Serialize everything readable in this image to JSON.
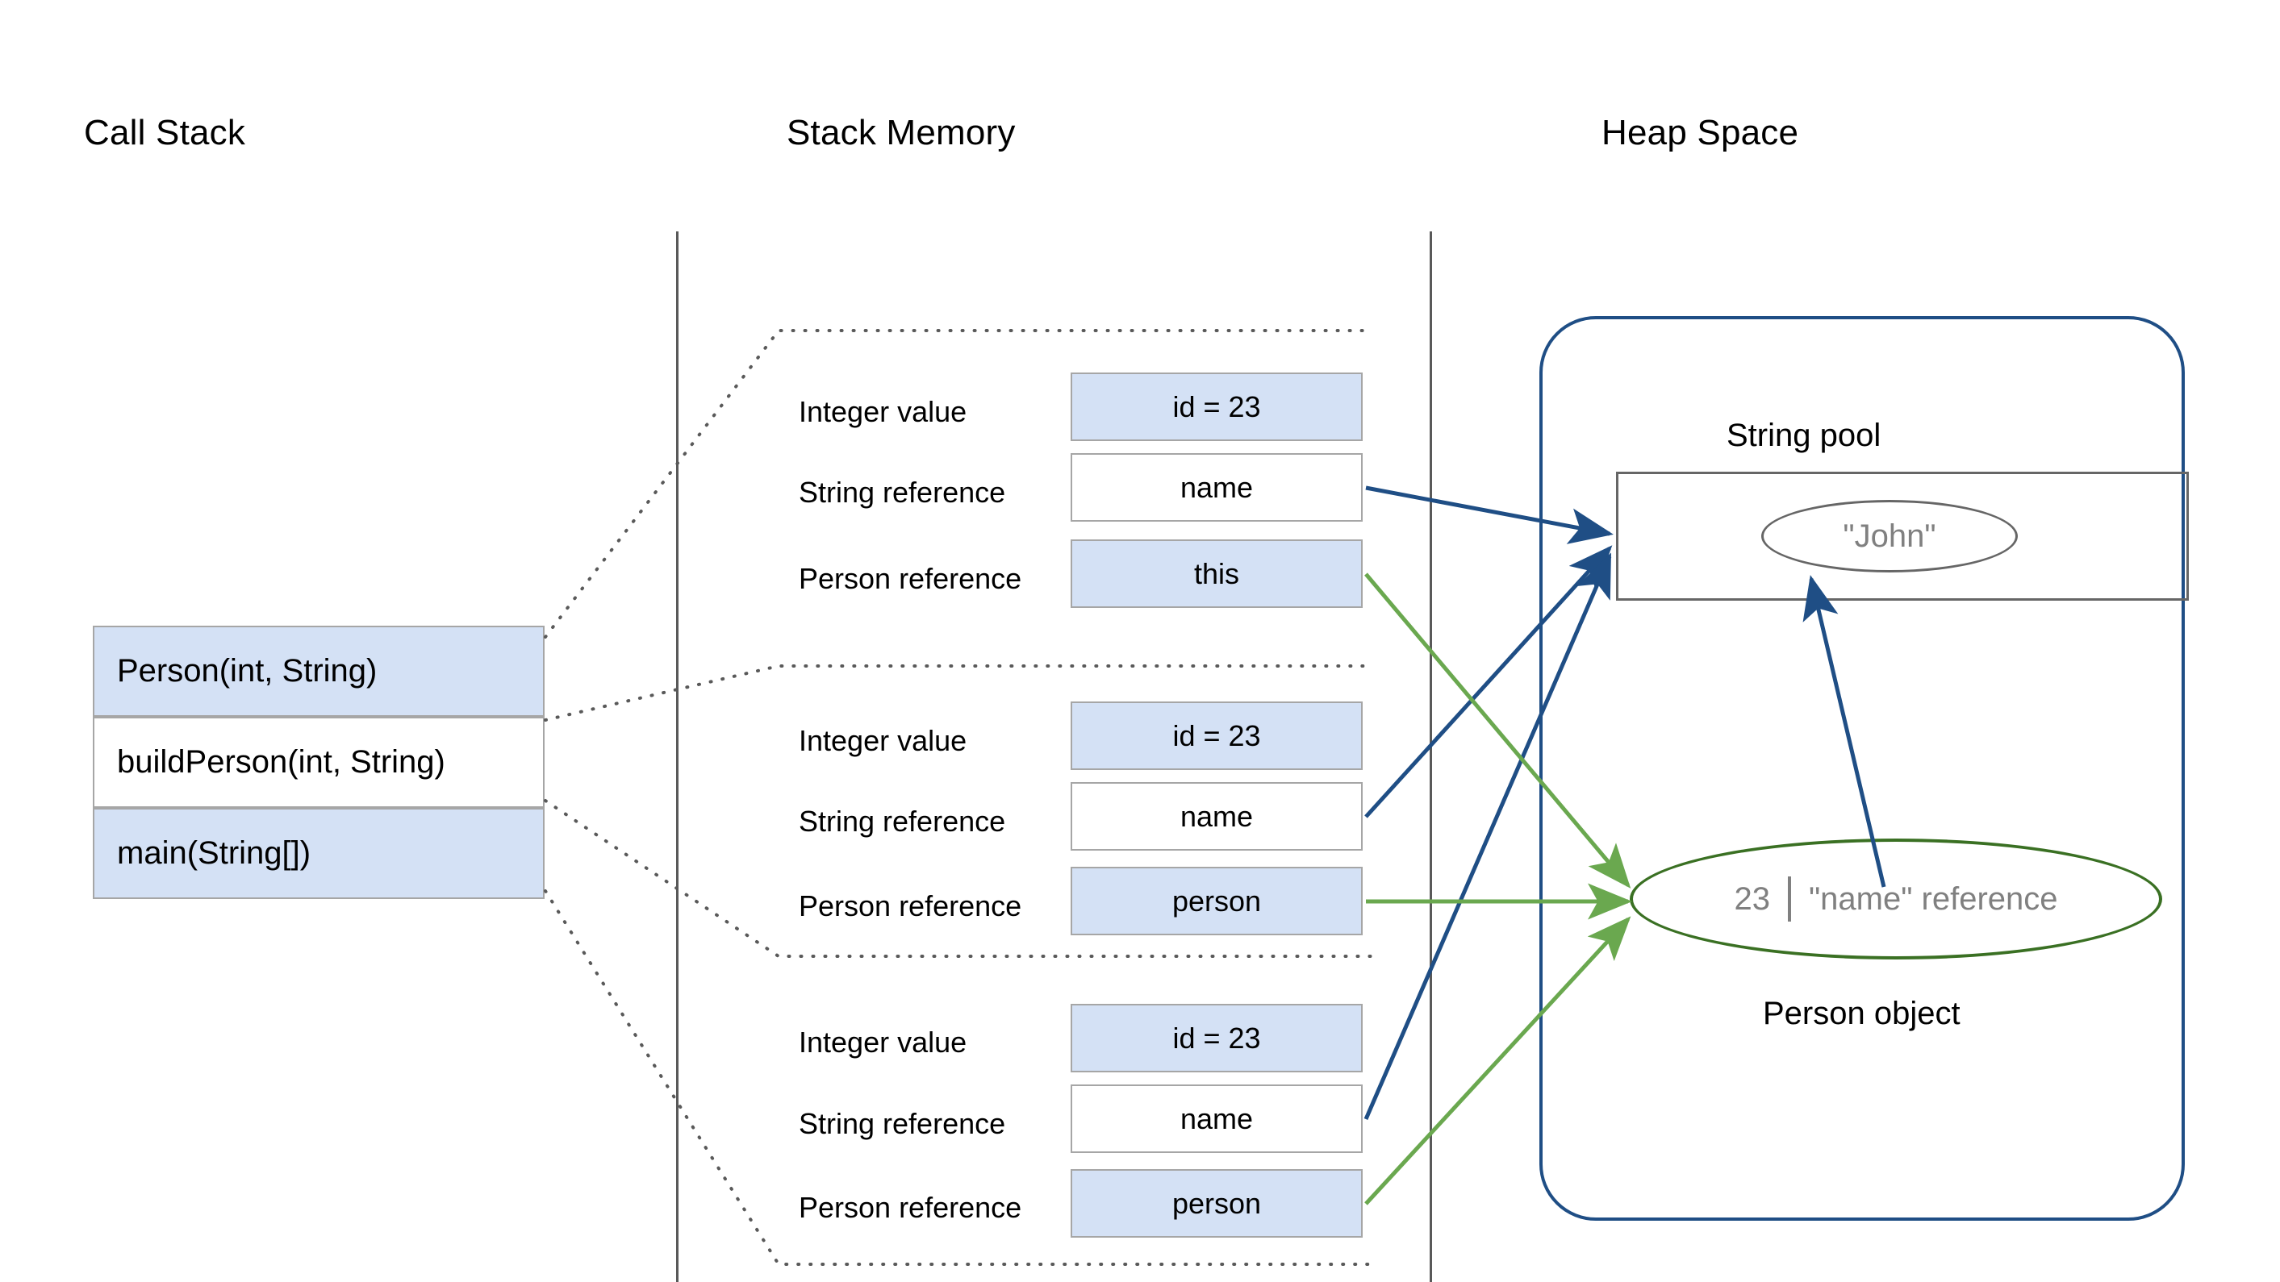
{
  "columns": {
    "call_stack_title": "Call Stack",
    "stack_memory_title": "Stack Memory",
    "heap_space_title": "Heap Space"
  },
  "call_stack": {
    "frames": [
      {
        "label": "Person(int, String)",
        "fill": "blue"
      },
      {
        "label": "buildPerson(int, String)",
        "fill": "white"
      },
      {
        "label": "main(String[])",
        "fill": "blue"
      }
    ]
  },
  "stack_memory": {
    "row_labels": [
      "Integer value",
      "String reference",
      "Person reference"
    ],
    "frames": [
      {
        "name": "person-constructor-frame",
        "cells": [
          {
            "value": "id = 23",
            "fill": "blue"
          },
          {
            "value": "name",
            "fill": "white"
          },
          {
            "value": "this",
            "fill": "blue"
          }
        ]
      },
      {
        "name": "build-person-frame",
        "cells": [
          {
            "value": "id = 23",
            "fill": "blue"
          },
          {
            "value": "name",
            "fill": "white"
          },
          {
            "value": "person",
            "fill": "blue"
          }
        ]
      },
      {
        "name": "main-frame",
        "cells": [
          {
            "value": "id = 23",
            "fill": "blue"
          },
          {
            "value": "name",
            "fill": "white"
          },
          {
            "value": "person",
            "fill": "blue"
          }
        ]
      }
    ]
  },
  "heap": {
    "string_pool_title": "String pool",
    "string_literal": "\"John\"",
    "person_object": {
      "id_value": "23",
      "name_field": "\"name\" reference",
      "caption": "Person object"
    }
  },
  "colors": {
    "cell_blue_fill": "#d4e1f5",
    "cell_border_gray": "#a6a6a6",
    "heap_border_blue": "#1f4e85",
    "string_arrow_blue": "#1f4e85",
    "person_arrow_green": "#6aa84f",
    "person_ellipse_green": "#3a7023",
    "divider_gray": "#595959",
    "muted_text_gray": "#808080"
  }
}
